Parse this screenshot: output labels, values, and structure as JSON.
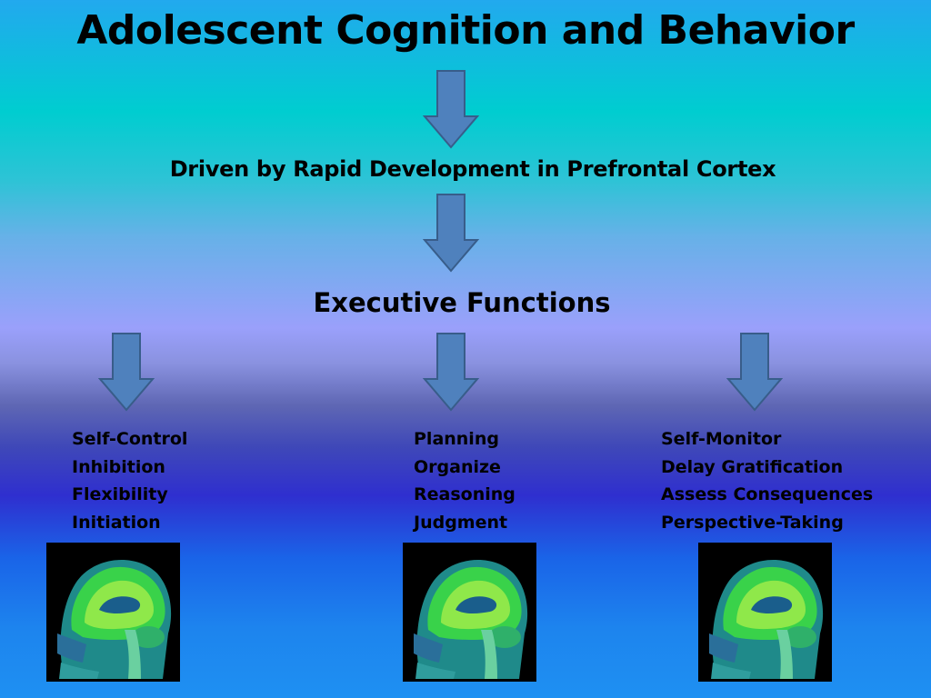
{
  "title": "Adolescent Cognition and Behavior",
  "subtitle": "Driven by Rapid Development in Prefrontal Cortex",
  "center_heading": "Executive Functions",
  "colors": {
    "arrow_fill": "#4f81bd",
    "arrow_stroke": "#385d8a",
    "text": "#000000"
  },
  "columns": [
    {
      "items": [
        "Self-Control",
        "Inhibition",
        "Flexibility",
        "Initiation"
      ],
      "image": "brain-mri-sagittal-icon"
    },
    {
      "items": [
        "Planning",
        "Organize",
        "Reasoning",
        "Judgment"
      ],
      "image": "brain-mri-sagittal-icon"
    },
    {
      "items": [
        "Self-Monitor",
        "Delay Gratification",
        "Assess Consequences",
        "Perspective-Taking"
      ],
      "image": "brain-mri-sagittal-icon"
    }
  ]
}
